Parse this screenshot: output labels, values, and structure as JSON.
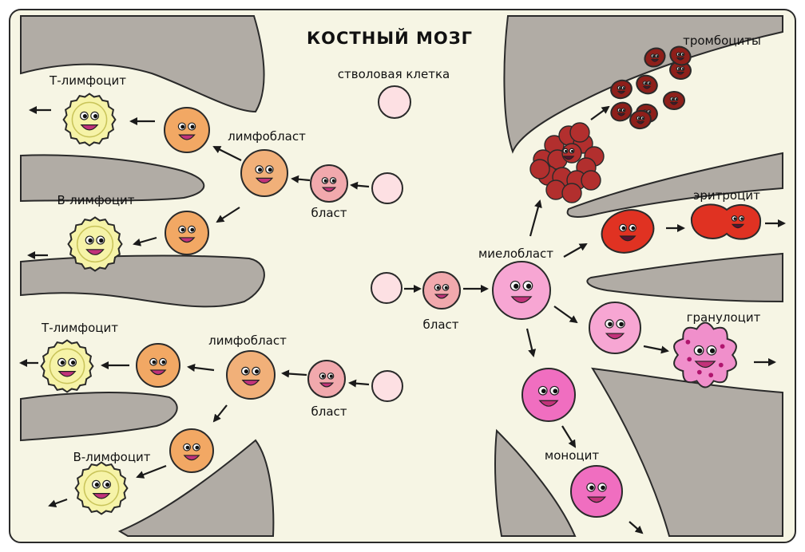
{
  "title": "КОСТНЫЙ МОЗГ",
  "labels": {
    "stem_cell": "стволовая клетка",
    "lymphoblast": "лимфобласт",
    "blast": "бласт",
    "t_lymphocyte": "Т-лимфоцит",
    "b_lymphocyte": "В-лимфоцит",
    "myeloblast": "миелобласт",
    "platelets": "тромбоциты",
    "erythrocyte": "эритроцит",
    "granulocyte": "гранулоцит",
    "monocyte": "моноцит"
  },
  "colors": {
    "background": "#f6f5e4",
    "bone": "#b1aca5",
    "stem_cell": "#fde0e3",
    "blast": "#f1a9ad",
    "lymphoblast": "#f1b079",
    "lymph_precursor": "#f2a864",
    "lymphocyte": "#f6f3a8",
    "myeloblast": "#f7a6d3",
    "monocyte": "#f06ec0",
    "granulocyte": "#f08fcb",
    "erythrocyte": "#e03222",
    "platelet": "#8e1f1a",
    "megakaryocyte": "#b22f2e"
  }
}
